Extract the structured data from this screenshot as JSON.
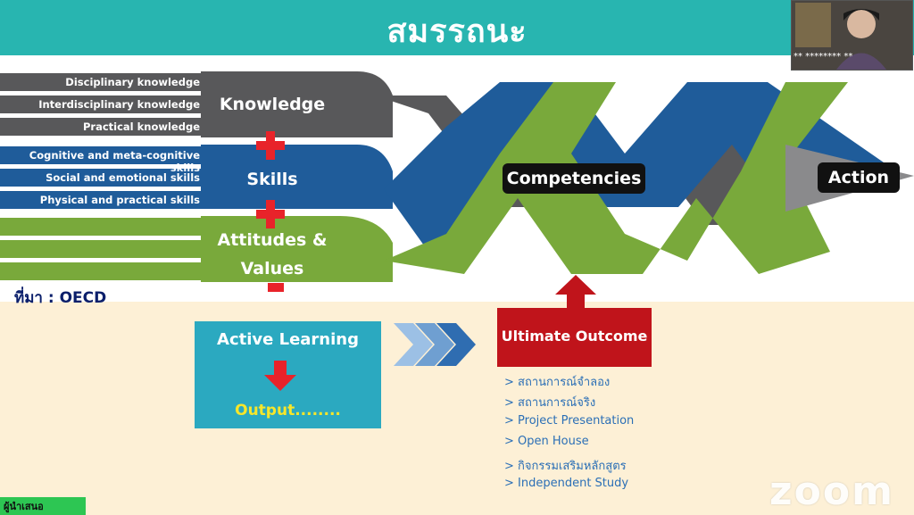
{
  "title": "สมรรถนะ",
  "colors": {
    "teal_header": "#28b5b0",
    "gray_strand": "#58585a",
    "blue_strand": "#1f5c9a",
    "green_strand": "#79a93b",
    "plus_red": "#e8232a",
    "active_box": "#2ba9c0",
    "ultimate_box": "#c0141b",
    "bottom_panel": "#fdf0d6",
    "chevron": "#6f9fd1"
  },
  "knowledge": {
    "items": [
      "Disciplinary knowledge",
      "Interdisciplinary knowledge",
      "Practical knowledge"
    ],
    "label": "Knowledge"
  },
  "skills": {
    "items": [
      "Cognitive and meta-cognitive skills",
      "Social and emotional skills",
      "Physical and practical skills"
    ],
    "label": "Skills"
  },
  "attitudes": {
    "label_line1": "Attitudes &",
    "label_line2": "Values"
  },
  "competencies_label": "Competencies",
  "action_label": "Action",
  "source_label": "ที่มา : OECD",
  "active_learning_label": "Active Learning",
  "output_label": "Output........",
  "ultimate_outcome_label": "Ultimate Outcome",
  "outcomes": [
    "> สถานการณ์จำลอง",
    "> สถานการณ์จริง",
    "> Project Presentation",
    "> Open House",
    "> กิจกรรมเสริมหลักสูตร",
    "> Independent Study"
  ],
  "zoom_watermark": "zoom",
  "participant_name": "** ******** **",
  "green_tag_text": "ผู้นำเสนอ"
}
